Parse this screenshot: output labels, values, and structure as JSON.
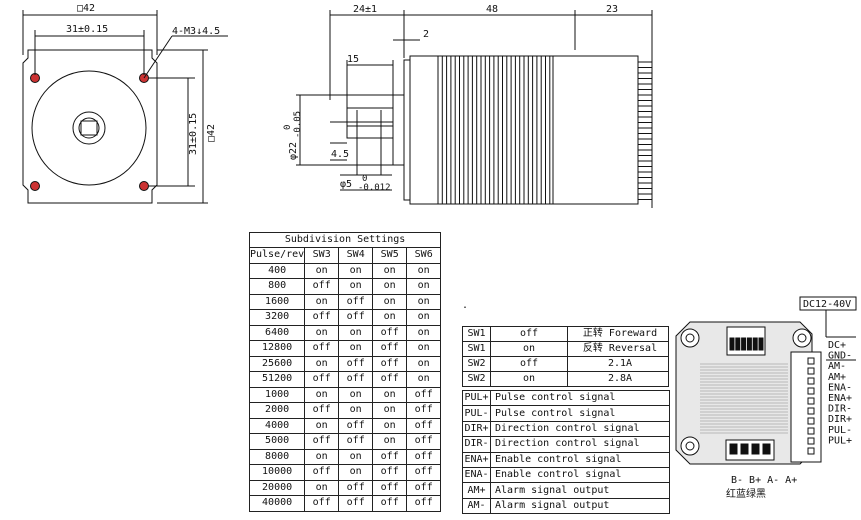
{
  "front_view": {
    "width_label": "□42",
    "hole_pitch_h": "31±0.15",
    "hole_spec": "4-M3↓4.5",
    "hole_pitch_v": "31±0.15",
    "height_label": "□42"
  },
  "side_view": {
    "shaft_length": "24±1",
    "body_length": "48",
    "driver_length": "23",
    "flange_offset": "2",
    "flat_length": "15",
    "flat_depth": "4.5",
    "boss_dia": "φ22",
    "boss_tol_upper": "0",
    "boss_tol_lower": "-0.05",
    "shaft_dia": "φ5",
    "shaft_tol_upper": "0",
    "shaft_tol_lower": "-0.012"
  },
  "subdivision": {
    "title": "Subdivision Settings",
    "headers": [
      "Pulse/rev",
      "SW3",
      "SW4",
      "SW5",
      "SW6"
    ],
    "rows": [
      [
        "400",
        "on",
        "on",
        "on",
        "on"
      ],
      [
        "800",
        "off",
        "on",
        "on",
        "on"
      ],
      [
        "1600",
        "on",
        "off",
        "on",
        "on"
      ],
      [
        "3200",
        "off",
        "off",
        "on",
        "on"
      ],
      [
        "6400",
        "on",
        "on",
        "off",
        "on"
      ],
      [
        "12800",
        "off",
        "on",
        "off",
        "on"
      ],
      [
        "25600",
        "on",
        "off",
        "off",
        "on"
      ],
      [
        "51200",
        "off",
        "off",
        "off",
        "on"
      ],
      [
        "1000",
        "on",
        "on",
        "on",
        "off"
      ],
      [
        "2000",
        "off",
        "on",
        "on",
        "off"
      ],
      [
        "4000",
        "on",
        "off",
        "on",
        "off"
      ],
      [
        "5000",
        "off",
        "off",
        "on",
        "off"
      ],
      [
        "8000",
        "on",
        "on",
        "off",
        "off"
      ],
      [
        "10000",
        "off",
        "on",
        "off",
        "off"
      ],
      [
        "20000",
        "on",
        "off",
        "off",
        "off"
      ],
      [
        "40000",
        "off",
        "off",
        "off",
        "off"
      ]
    ]
  },
  "switch_table": [
    [
      "SW1",
      "off",
      "正转 Foreward"
    ],
    [
      "SW1",
      "on",
      "反转 Reversal"
    ],
    [
      "SW2",
      "off",
      "2.1A"
    ],
    [
      "SW2",
      "on",
      "2.8A"
    ]
  ],
  "signal_table": [
    [
      "PUL+",
      "Pulse control signal"
    ],
    [
      "PUL-",
      "Pulse control signal"
    ],
    [
      "DIR+",
      "Direction control signal"
    ],
    [
      "DIR-",
      "Direction control signal"
    ],
    [
      "ENA+",
      "Enable control signal"
    ],
    [
      "ENA-",
      "Enable control signal"
    ],
    [
      "AM+",
      "Alarm signal output"
    ],
    [
      "AM-",
      "Alarm signal output"
    ]
  ],
  "driver": {
    "power_label": "DC12-40V",
    "pins": [
      "DC+",
      "GND-",
      "AM-",
      "AM+",
      "ENA-",
      "ENA+",
      "DIR-",
      "DIR+",
      "PUL-",
      "PUL+"
    ],
    "motor_pins": "B- B+ A- A+",
    "wire_colors": "红蓝绿黑"
  },
  "dot_mark": "."
}
